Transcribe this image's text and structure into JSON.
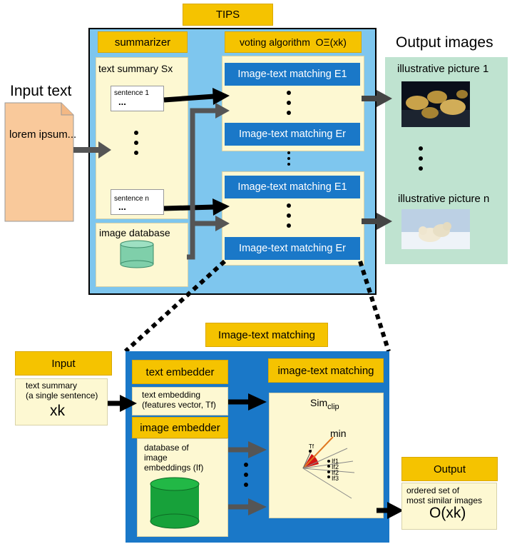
{
  "tips": {
    "title": "TIPS",
    "summarizer": "summarizer",
    "text_summary": "text summary Sx",
    "sentence_1": "sentence 1",
    "sentence_n": "sentence n",
    "ellipsis": "...",
    "image_database": "image database",
    "voting": "voting algorithm  OΞ(xk)",
    "matcher_e1": "Image-text matching E1",
    "matcher_er": "Image-text matching Er"
  },
  "input": {
    "title": "Input text",
    "doc_text": "lorem ipsum..."
  },
  "output": {
    "title": "Output images",
    "pic_1": "illustrative picture 1",
    "pic_n": "illustrative picture n"
  },
  "detail": {
    "title": "Image-text matching",
    "input_label": "Input",
    "input_desc": "text summary\n(a single sentence)",
    "input_var": "xk",
    "text_embedder": "text embedder",
    "text_embedding": "text embedding\n(features vector, Tf)",
    "image_embedder": "image embedder",
    "image_db": "database of\nimage\nembeddings (If)",
    "itm": "image-text matching",
    "sim": "Sim",
    "sim_sub": "clip",
    "min": "min",
    "tf": "Tf",
    "if1": "If1",
    "if2a": "If2",
    "if2b": "If2",
    "if3": "If3",
    "output_label": "Output",
    "output_desc": "ordered set of\nmost similar images",
    "output_var": "O(xk)"
  },
  "colors": {
    "tips_bg": "#7ec6ee",
    "detail_bg": "#1a78c8",
    "yellow": "#f5c300",
    "cream": "#fdf8d2",
    "input_doc": "#f9c99b",
    "output_panel": "#bfe3d0",
    "cylinder_light": "#7fcfaa",
    "cylinder_dark": "#17a13a",
    "arrow_grey": "#555555"
  }
}
